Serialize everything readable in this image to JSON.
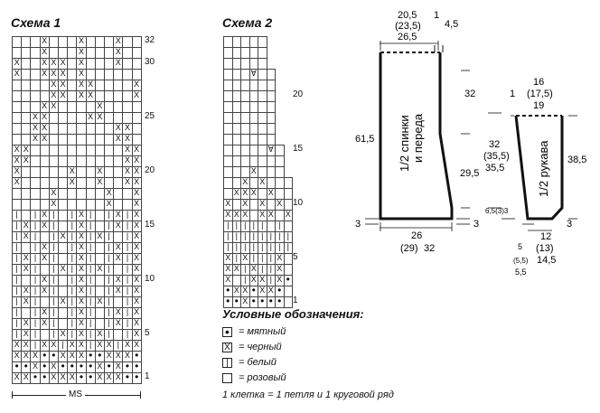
{
  "scheme1": {
    "title": "Схема 1",
    "rows": [
      "...X...X...X..",
      "...X...X...X..",
      "X..XXX.X...X..",
      "X..XXX.X......",
      "....XX.XX....X",
      "....XX.XX....X",
      "...XX....X....",
      "..XX....XX....",
      "..XX.......XX.",
      "..XX.......XX.",
      "XX..........XX",
      "XX..........XX",
      "X.....X..X..XX",
      "X.....X..X..XX",
      "....X.....X..X",
      "....X.....X..X",
      "|.|X|.|X|.|X|X",
      "|X|X|.|X|.|X|X",
      "|X|.|X|X|X|.|X",
      "|.|X|.|X|.|X|X",
      "|X|X|.|X|.|X|X",
      "|X|.|X|X|X|.|X",
      "|.|X|.|X|.|X|X",
      "|X|X|.|X|.|X|X",
      "|X|.|X|X|X|.|X",
      "|.|X|.|X|.|X|X",
      "|X|X|.|X|.|X|X",
      "|X|.|X|X|X|.|X",
      "XX|XX|XX|XX|XX",
      "XXX••XXX••XXX•",
      "••X•X••••X•X••",
      "XX••XXX••XXX••"
    ],
    "row_labels": [
      {
        "row": 32,
        "text": "32"
      },
      {
        "row": 30,
        "text": "30"
      },
      {
        "row": 25,
        "text": "25"
      },
      {
        "row": 20,
        "text": "20"
      },
      {
        "row": 15,
        "text": "15"
      },
      {
        "row": 10,
        "text": "10"
      },
      {
        "row": 5,
        "text": "5"
      },
      {
        "row": 1,
        "text": "1"
      }
    ],
    "repeat_label": "MS"
  },
  "scheme2": {
    "title": "Схема 2",
    "rows": [
      ".....",
      ".....",
      ".....",
      "...V..",
      "......",
      "......",
      "......",
      "......",
      "......",
      "......",
      ".....V.",
      ".......",
      "...X...",
      "..X.X...",
      ".XXX.X..",
      "X.X.X.X.",
      "XXX.XX.X",
      "|||||.|.",
      "||||||||",
      "||||||||",
      "X|X|||X.",
      "XX|X||X.",
      "X.|XX|X•",
      "•XX•XX•.",
      "••X••••."
    ],
    "row_labels": [
      {
        "row": 20,
        "text": "20"
      },
      {
        "row": 15,
        "text": "15"
      },
      {
        "row": 10,
        "text": "10"
      },
      {
        "row": 5,
        "text": "5"
      },
      {
        "row": 1,
        "text": "1"
      }
    ]
  },
  "pattern": {
    "body_label_1": "1/2 спинки",
    "body_label_2": "и переда",
    "sleeve_label": "1/2 рукава",
    "top_width": "20,5",
    "top_width_2": "(23,5)",
    "top_width_3": "26,5",
    "neck_1": "1",
    "neck_2": "4,5",
    "shoulder_h": "32",
    "total_h": "61,5",
    "waist_1": "32",
    "waist_2": "(35,5)",
    "waist_3": "35,5",
    "side_h": "29,5",
    "bottom_rib_l": "3",
    "bottom_rib_r": "3",
    "hem_small": "6,5(3)3",
    "bottom_w_1": "26",
    "bottom_w_2": "(29)",
    "bottom_w_3": "32",
    "sleeve_top_1": "16",
    "sleeve_top_2": "(17,5)",
    "sleeve_top_3": "19",
    "sleeve_cap_1": "1",
    "sleeve_h": "38,5",
    "sleeve_rib": "3",
    "sleeve_bottom_1": "12",
    "sleeve_bottom_2": "(13)",
    "sleeve_bottom_3": "14,5",
    "sleeve_inc_1": "5",
    "sleeve_inc_2": "(5,5)",
    "sleeve_inc_3": "5,5"
  },
  "legend": {
    "title": "Условные обозначения:",
    "items": [
      {
        "symbol": "•",
        "text": "= мятный"
      },
      {
        "symbol": "X",
        "text": "= черный"
      },
      {
        "symbol": "|",
        "text": "= белый"
      },
      {
        "symbol": "",
        "text": "= розовый"
      }
    ],
    "note": "1 клетка = 1 петля и 1 круговой ряд"
  }
}
